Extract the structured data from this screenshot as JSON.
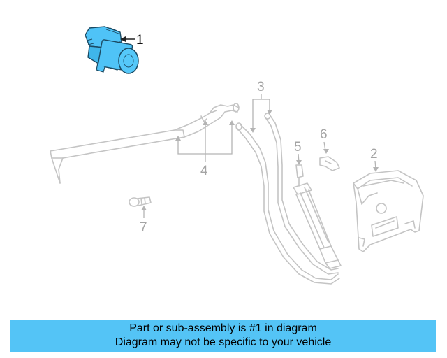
{
  "diagram": {
    "callouts": [
      "1",
      "2",
      "3",
      "4",
      "5",
      "6",
      "7"
    ],
    "highlighted_part": "1",
    "highlight_color": "#4fc3f7",
    "line_color": "#c4c4c4"
  },
  "banner": {
    "line1": "Part or sub-assembly is #1 in diagram",
    "line2": "Diagram may not be specific to your vehicle",
    "background_color": "#54c4f6"
  }
}
